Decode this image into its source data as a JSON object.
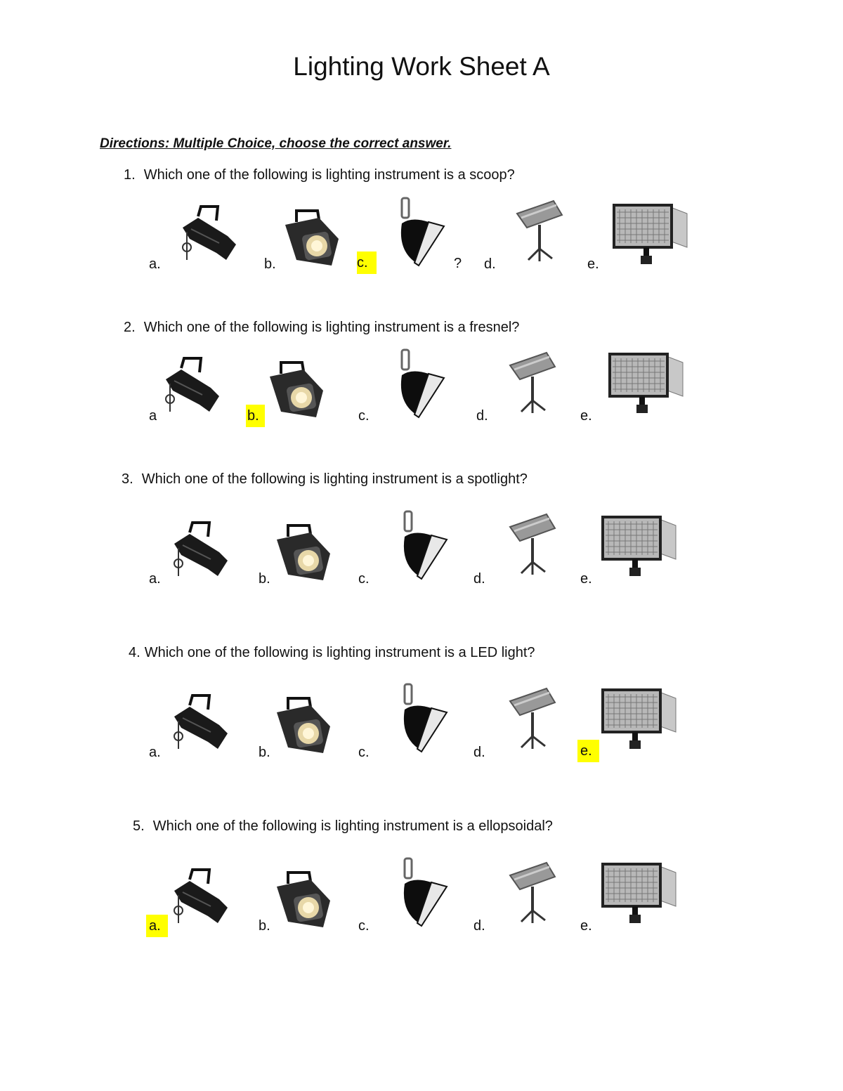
{
  "title": "Lighting Work Sheet A",
  "directions": "Directions: Multiple Choice, choose the correct answer.",
  "instrument_icons": [
    "ellipsoidal-light-icon",
    "fresnel-light-icon",
    "scoop-light-icon",
    "spotlight-icon",
    "led-panel-light-icon"
  ],
  "highlight_color": "#ffff00",
  "questions": [
    {
      "number": "1.",
      "text": "Which one of the following is lighting instrument is a scoop?",
      "options": [
        "a.",
        "b.",
        "c.",
        "d.",
        "e."
      ],
      "extra_mark": "?"
    },
    {
      "number": "2.",
      "text": "Which one of the following is lighting instrument is a fresnel?",
      "options": [
        "a",
        "b.",
        "c.",
        "d.",
        "e."
      ]
    },
    {
      "number": "3.",
      "text": "Which one of the following is lighting instrument is a spotlight?",
      "options": [
        "a.",
        "b.",
        "c.",
        "d.",
        "e."
      ]
    },
    {
      "number": "4.",
      "text": "Which one of the following is lighting instrument is a LED light?",
      "options": [
        "a.",
        "b.",
        "c.",
        "d.",
        "e."
      ]
    },
    {
      "number": "5.",
      "text": "Which one of the following is lighting instrument is a ellopsoidal?",
      "options": [
        "a.",
        "b.",
        "c.",
        "d.",
        "e."
      ]
    }
  ]
}
